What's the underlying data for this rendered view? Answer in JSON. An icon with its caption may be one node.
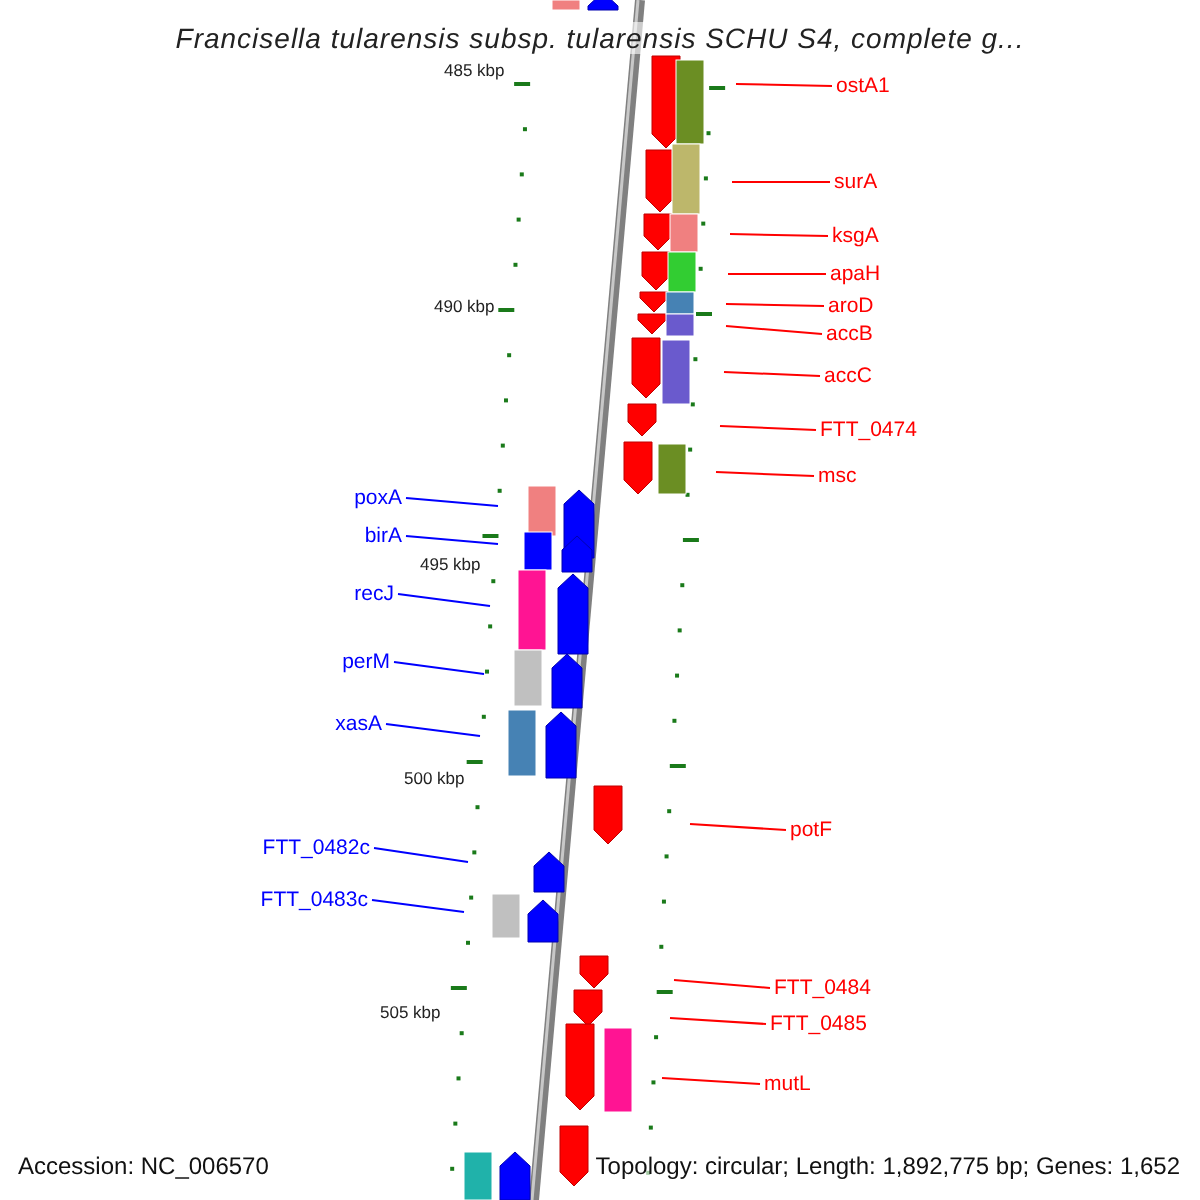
{
  "diagram": {
    "title": "Francisella tularensis subsp. tularensis SCHU S4, complete g...",
    "nodes": [
      {
        "text": [
          "ostA1"
        ]
      },
      {
        "text": [
          "surA"
        ]
      },
      {
        "text": [
          "ksgA"
        ]
      },
      {
        "text": [
          "apaH"
        ]
      },
      {
        "text": [
          "aroD"
        ]
      },
      {
        "text": [
          "accB"
        ]
      },
      {
        "text": [
          "accC"
        ]
      },
      {
        "text": [
          "FTT_0474"
        ]
      },
      {
        "text": [
          "msc"
        ]
      },
      {
        "text": [
          "poxA"
        ]
      },
      {
        "text": [
          "birA"
        ]
      },
      {
        "text": [
          "recJ"
        ]
      },
      {
        "text": [
          "perM"
        ]
      },
      {
        "text": [
          "xasA"
        ]
      },
      {
        "text": [
          "potF"
        ]
      },
      {
        "text": [
          "FTT_0482c"
        ]
      },
      {
        "text": [
          "FTT_0483c"
        ]
      },
      {
        "text": [
          "FTT_0484"
        ]
      },
      {
        "text": [
          "FTT_0485"
        ]
      },
      {
        "text": [
          "mutL"
        ]
      }
    ],
    "edges": [
      {
        "from": 0,
        "to": null,
        "arrow": "none"
      },
      {
        "from": 1,
        "to": null,
        "arrow": "none"
      },
      {
        "from": 2,
        "to": null,
        "arrow": "none"
      },
      {
        "from": 3,
        "to": null,
        "arrow": "none"
      },
      {
        "from": 4,
        "to": null,
        "arrow": "none"
      },
      {
        "from": 5,
        "to": null,
        "arrow": "none"
      },
      {
        "from": 6,
        "to": null,
        "arrow": "none"
      },
      {
        "from": 7,
        "to": null,
        "arrow": "none"
      },
      {
        "from": 8,
        "to": null,
        "arrow": "none"
      },
      {
        "from": 9,
        "to": null,
        "arrow": "none",
        "color": "#0000ff"
      },
      {
        "from": 10,
        "to": null,
        "arrow": "none",
        "color": "#0000ff"
      },
      {
        "from": 11,
        "to": null,
        "arrow": "none",
        "color": "#0000ff"
      },
      {
        "from": 12,
        "to": null,
        "arrow": "none",
        "color": "#0000ff"
      },
      {
        "from": 13,
        "to": null,
        "arrow": "none",
        "color": "#0000ff"
      },
      {
        "from": 14,
        "to": null,
        "arrow": "none"
      },
      {
        "from": 15,
        "to": null,
        "arrow": "none",
        "color": "#0000ff"
      },
      {
        "from": 16,
        "to": null,
        "arrow": "none",
        "color": "#0000ff"
      },
      {
        "from": 17,
        "to": null,
        "arrow": "none"
      },
      {
        "from": 18,
        "to": null,
        "arrow": "none"
      },
      {
        "from": 19,
        "to": null,
        "arrow": "none"
      }
    ],
    "labels": [
      "485 kbp",
      "490 kbp",
      "495 kbp",
      "500 kbp",
      "505 kbp",
      "Accession: NC_006570",
      "Topology: circular; Length: 1,892,775 bp; Genes: 1,652"
    ]
  }
}
